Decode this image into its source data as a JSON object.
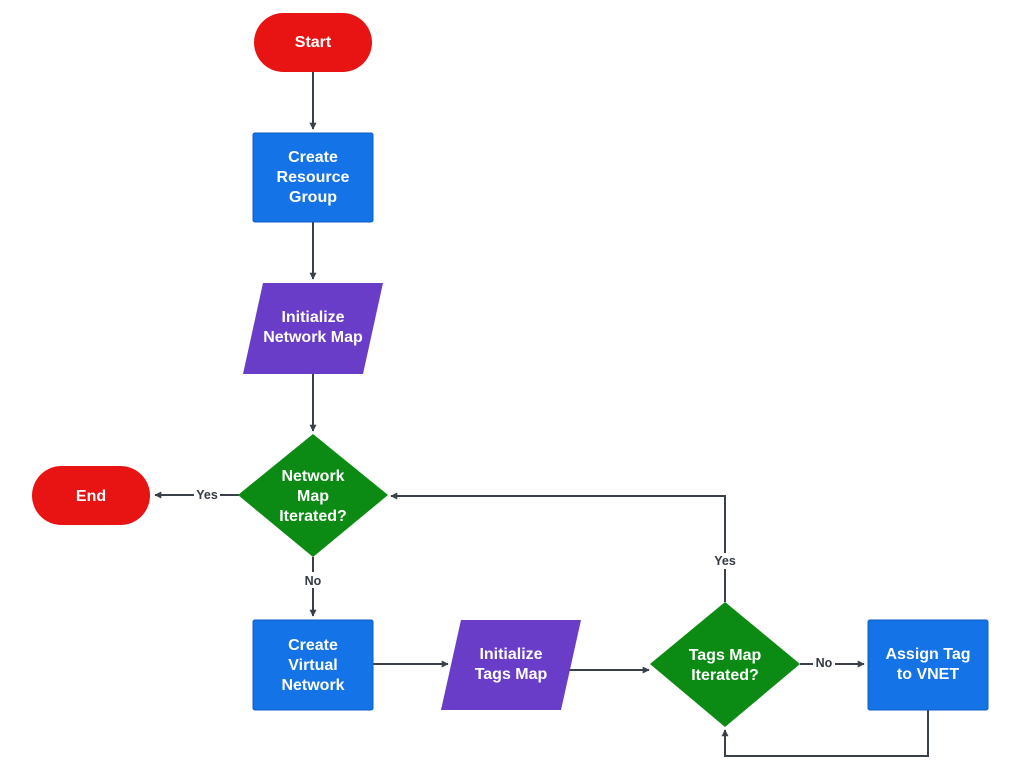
{
  "colors": {
    "terminal": "#e81414",
    "process": "#1473e6",
    "data": "#6a3dc8",
    "decision": "#0b8a14",
    "connector": "#3a4049",
    "text": "#ffffff"
  },
  "nodes": {
    "start": {
      "lines": [
        "Start"
      ]
    },
    "create_rg": {
      "lines": [
        "Create",
        "Resource",
        "Group"
      ]
    },
    "init_network_map": {
      "lines": [
        "Initialize",
        "Network Map"
      ]
    },
    "network_map_iterated": {
      "lines": [
        "Network",
        "Map",
        "Iterated?"
      ]
    },
    "end": {
      "lines": [
        "End"
      ]
    },
    "create_vnet": {
      "lines": [
        "Create",
        "Virtual",
        "Network"
      ]
    },
    "init_tags_map": {
      "lines": [
        "Initialize",
        "Tags Map"
      ]
    },
    "tags_map_iterated": {
      "lines": [
        "Tags Map",
        "Iterated?"
      ]
    },
    "assign_tag": {
      "lines": [
        "Assign Tag",
        "to VNET"
      ]
    }
  },
  "edge_labels": {
    "network_yes": "Yes",
    "network_no": "No",
    "tags_yes": "Yes",
    "tags_no": "No"
  }
}
